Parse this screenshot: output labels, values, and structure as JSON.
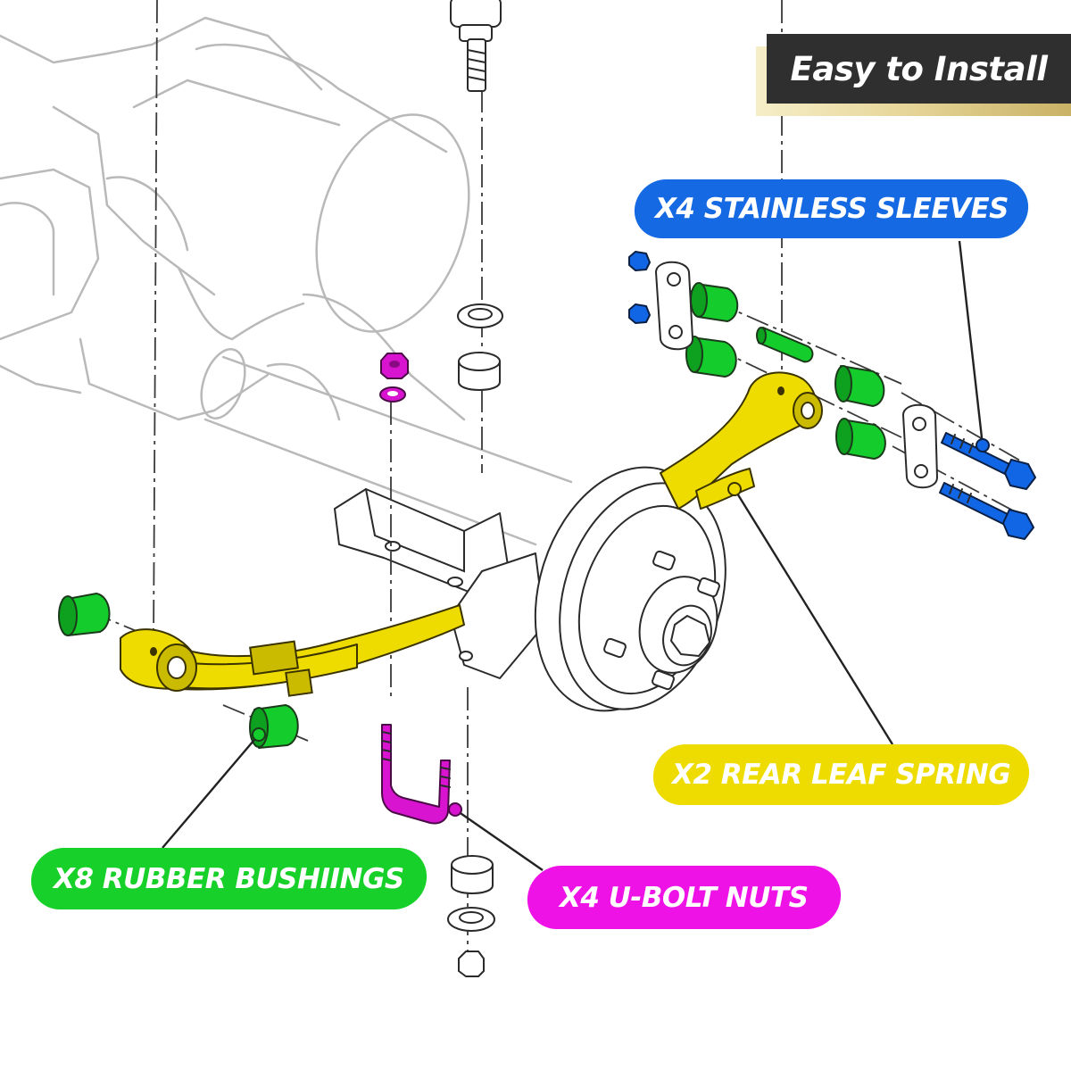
{
  "badge": {
    "text": "Easy to Install"
  },
  "labels": {
    "sleeves": "X4 STAINLESS SLEEVES",
    "spring": "X2 REAR LEAF SPRING",
    "bushings": "X8 RUBBER BUSHIINGS",
    "unuts": "X4 U-BOLT NUTS"
  },
  "colors": {
    "sleeves": "#1569e3",
    "spring": "#eedc00",
    "bushings": "#18d02a",
    "unuts": "#ef12e6",
    "outline": "#2a2a2a",
    "faint_outline": "#b9b9b9"
  },
  "icons": [
    "hex-nut-icon",
    "washer-icon",
    "bolt-icon",
    "bushing-icon",
    "sleeve-icon",
    "shackle-icon",
    "u-bolt-icon",
    "leaf-spring-icon",
    "brake-drum-icon",
    "axle-housing-icon"
  ]
}
